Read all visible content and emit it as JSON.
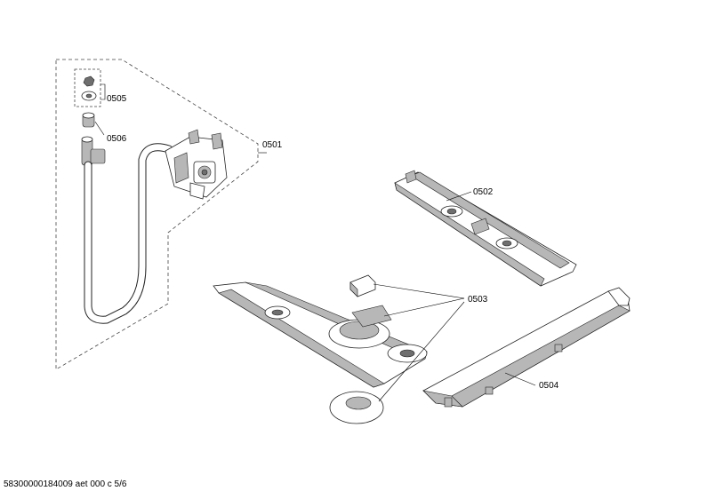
{
  "callouts": {
    "c0501": "0501",
    "c0502": "0502",
    "c0503": "0503",
    "c0504": "0504",
    "c0505": "0505",
    "c0506": "0506"
  },
  "footer": {
    "code": "58300000184009 aet 000 c 5/6"
  }
}
